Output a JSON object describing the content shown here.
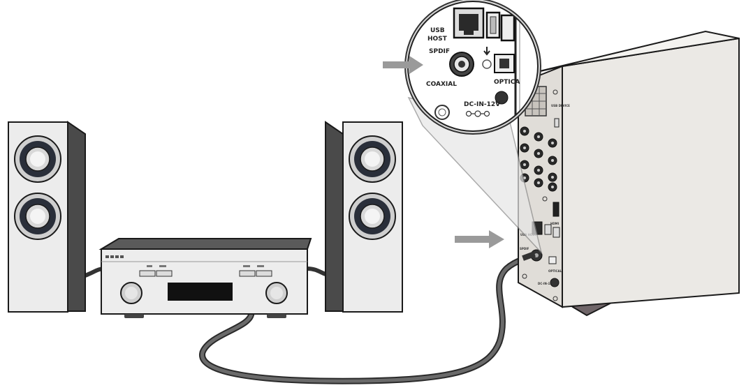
{
  "callout": {
    "usb_host": "USB HOST",
    "spdif": "SPDIF",
    "coaxial": "COAXIAL",
    "optical": "OPTICA",
    "dc_in": "DC-IN-12V"
  },
  "device_panel": {
    "usb_device": "USB DEVICE",
    "hdmi": "HDMI",
    "usb_host": "USB HOST",
    "spdif": "SPDIF",
    "optical": "OPTICAL",
    "dc_in": "DC-IN-12V"
  },
  "colors": {
    "outline": "#1a1a1a",
    "speaker_body": "#e9e9e9",
    "speaker_side": "#4a4a4a",
    "device_body": "#ebe9e5",
    "stand": "#6f6568",
    "cable": "#555555",
    "arrow": "#9a9a9a"
  }
}
